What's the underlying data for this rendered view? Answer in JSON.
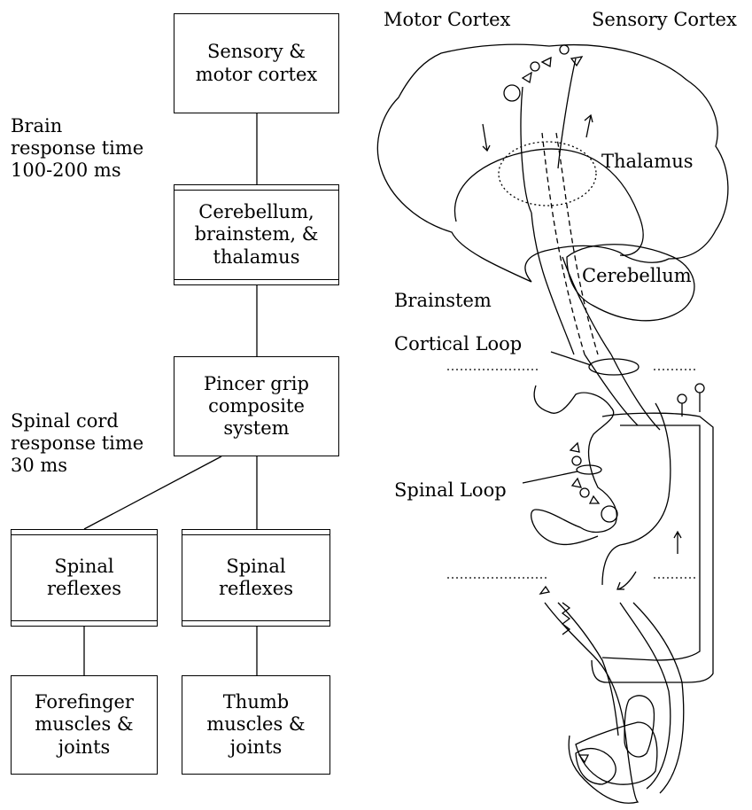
{
  "left": {
    "brain_time": "Brain\nresponse time\n100-200 ms",
    "spinal_time": "Spinal cord\nresponse time\n30 ms",
    "boxes": {
      "cortex": "Sensory &\nmotor cortex",
      "cerebellum": "Cerebellum,\nbrainstem, &\nthalamus",
      "pincer": "Pincer grip\ncomposite\nsystem",
      "reflex_left": "Spinal\nreflexes",
      "reflex_right": "Spinal\nreflexes",
      "forefinger": "Forefinger\nmuscles &\njoints",
      "thumb": "Thumb\nmuscles &\njoints"
    }
  },
  "right": {
    "motor_cortex": "Motor Cortex",
    "sensory_cortex": "Sensory Cortex",
    "thalamus": "Thalamus",
    "cerebellum": "Cerebellum",
    "brainstem": "Brainstem",
    "cortical_loop": "Cortical Loop",
    "spinal_loop": "Spinal Loop"
  }
}
